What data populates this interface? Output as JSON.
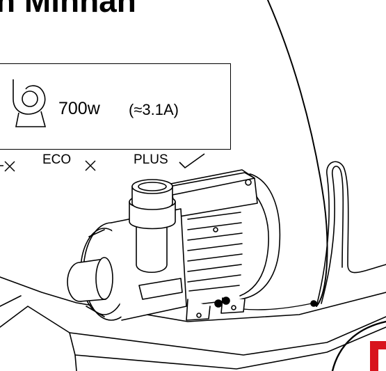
{
  "title": "n Minhan",
  "spec": {
    "power": "700w",
    "current": "(≈3.1A)"
  },
  "modes": {
    "eco_label": "ECO",
    "plus_label": "PLUS"
  },
  "colors": {
    "ink": "#000000",
    "background": "#ffffff",
    "logo_red": "#d8141c"
  },
  "icons": {
    "pump_symbol": "pump-icon",
    "unavailable": "cross-mark-icon",
    "available": "check-mark-icon"
  }
}
